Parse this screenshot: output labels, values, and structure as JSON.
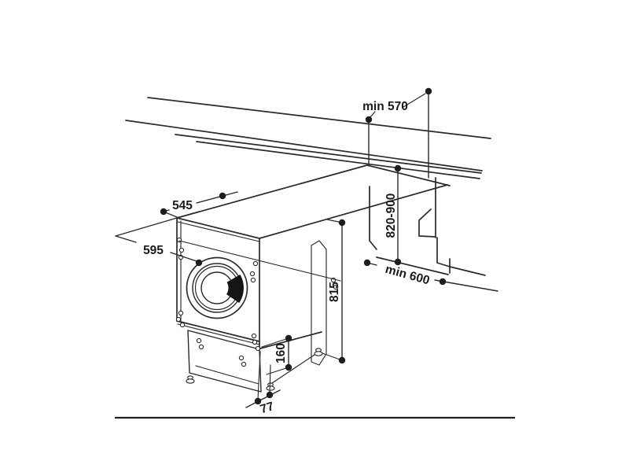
{
  "page": {
    "background": "#ffffff"
  },
  "diagram": {
    "type": "technical installation drawing",
    "subject": "built-in washing machine niche installation dimensions",
    "line_color": "#2a2a2a",
    "labels": {
      "depth_top": "545",
      "width_front": "595",
      "height_body": "815",
      "height_plinth": "160",
      "offset_foot": "77",
      "niche_depth": "min 570",
      "niche_height": "820-900",
      "niche_width": "min 600"
    }
  }
}
